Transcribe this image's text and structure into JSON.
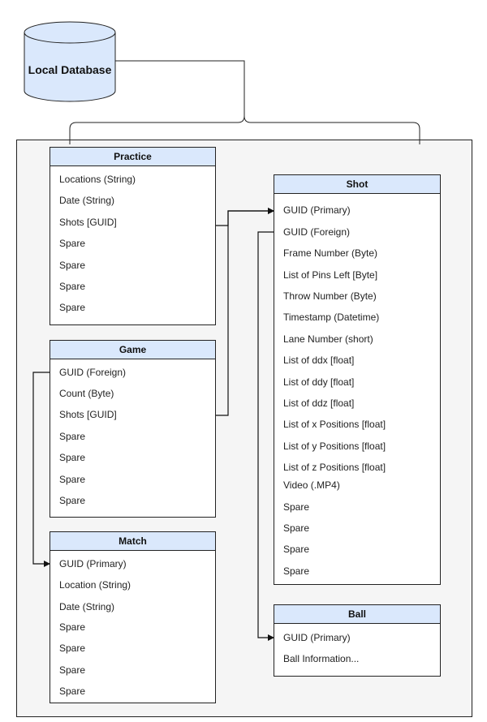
{
  "database": {
    "label": "Local Database"
  },
  "tables": [
    {
      "id": "practice",
      "title": "Practice",
      "fields": [
        "Locations (String)",
        "Date (String)",
        "Shots [GUID]",
        "Spare",
        "Spare",
        "Spare",
        "Spare"
      ]
    },
    {
      "id": "game",
      "title": "Game",
      "fields": [
        "GUID (Foreign)",
        "Count (Byte)",
        "Shots [GUID]",
        "Spare",
        "Spare",
        "Spare",
        "Spare"
      ]
    },
    {
      "id": "match",
      "title": "Match",
      "fields": [
        "GUID (Primary)",
        "Location (String)",
        "Date (String)",
        "Spare",
        "Spare",
        "Spare",
        "Spare"
      ]
    },
    {
      "id": "shot",
      "title": "Shot",
      "fields": [
        "GUID (Primary)",
        "GUID (Foreign)",
        "Frame Number (Byte)",
        "List of Pins Left [Byte]",
        "Throw Number (Byte)",
        "Timestamp (Datetime)",
        "Lane Number (short)",
        "List of ddx [float]",
        "List of ddy [float]",
        "List of ddz [float]",
        "List of x Positions [float]",
        "List of y Positions [float]",
        "List of z Positions [float]",
        "Video (.MP4)",
        "Spare",
        "Spare",
        "Spare",
        "Spare"
      ]
    },
    {
      "id": "ball",
      "title": "Ball",
      "fields": [
        "GUID (Primary)",
        "Ball Information..."
      ]
    }
  ],
  "colors": {
    "header_fill": "#dae8fc",
    "cylinder_fill": "#dae8fc",
    "container_fill": "#f5f5f5",
    "stroke": "#222222"
  }
}
